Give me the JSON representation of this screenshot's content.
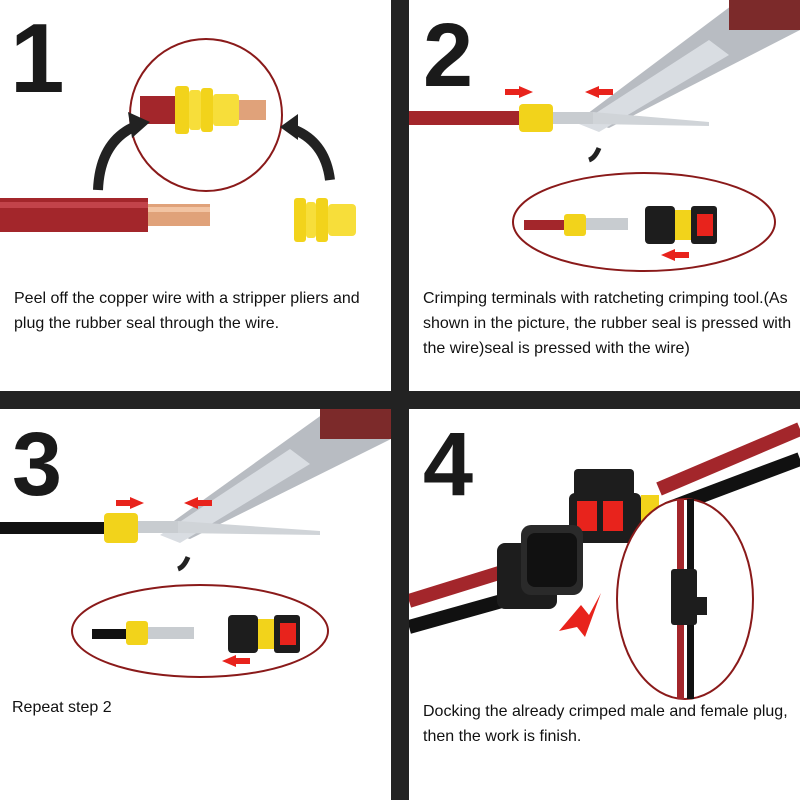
{
  "colors": {
    "wire_red": "#a3262b",
    "wire_black": "#111111",
    "seal_yellow": "#f2d31b",
    "copper": "#e0a27a",
    "arrow_red": "#e8231c",
    "divider": "#222222",
    "ellipse": "#8a1a1a"
  },
  "steps": [
    {
      "number": "1",
      "caption": "Peel off the copper wire with a stripper pliers and plug the rubber seal through the wire."
    },
    {
      "number": "2",
      "caption": "Crimping terminals with ratcheting crimping tool.(As shown in the picture, the rubber seal is pressed with the wire)seal is pressed with the wire)"
    },
    {
      "number": "3",
      "caption": "Repeat step 2"
    },
    {
      "number": "4",
      "caption": "Docking the already crimped male and female plug, then the work is finish."
    }
  ]
}
